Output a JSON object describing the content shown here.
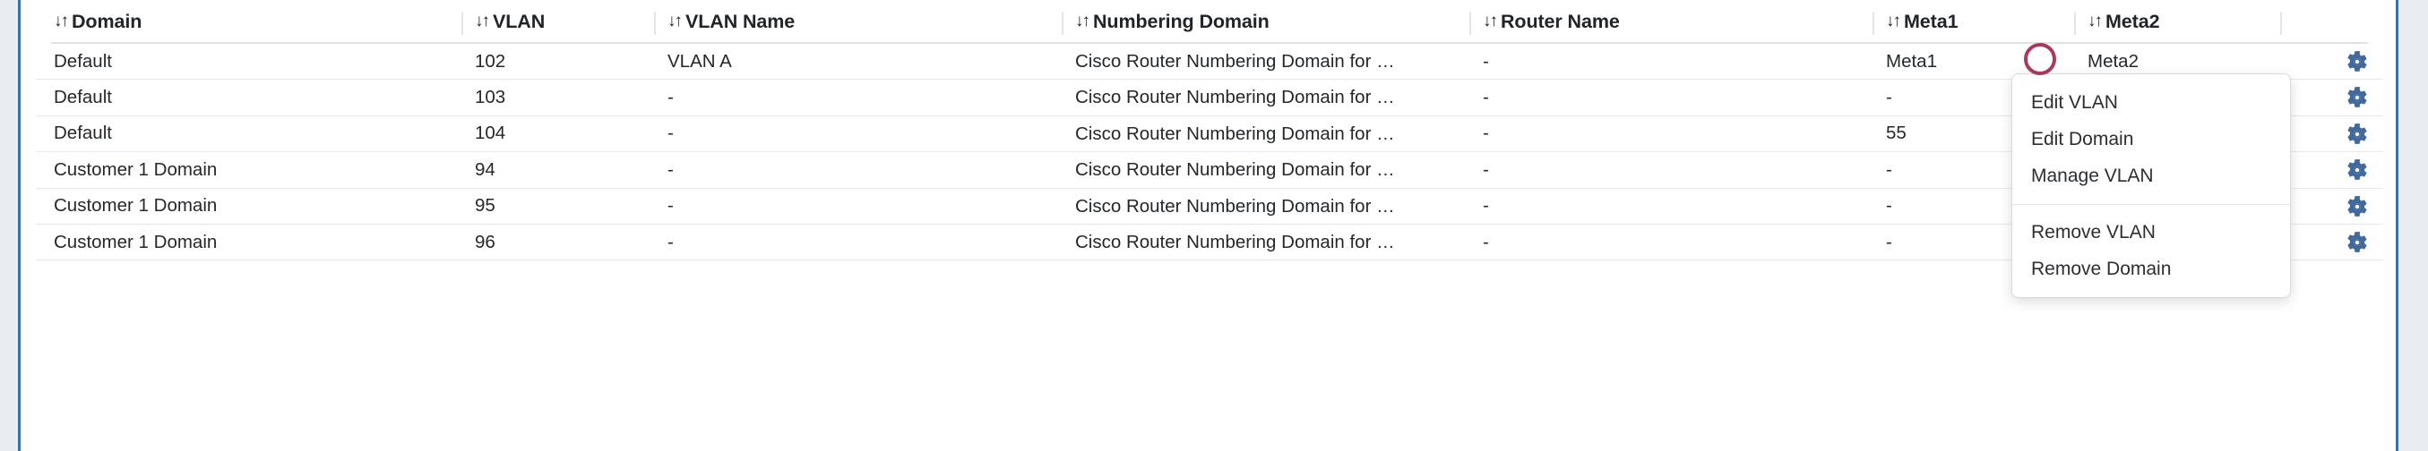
{
  "theme": {
    "page_background": "#e9edf1",
    "panel_border": "#3f6fab",
    "text": "#24282c",
    "header_text": "#212529",
    "gear_icon_color": "#41699e",
    "annotation_circle_color": "#a93a5f",
    "row_divider": "#e7e8ea"
  },
  "table": {
    "sort_icon": "↓↑",
    "columns": [
      {
        "key": "domain",
        "label": "Domain"
      },
      {
        "key": "vlan",
        "label": "VLAN"
      },
      {
        "key": "vlan_name",
        "label": "VLAN Name"
      },
      {
        "key": "numbering_domain",
        "label": "Numbering Domain"
      },
      {
        "key": "router_name",
        "label": "Router Name"
      },
      {
        "key": "meta1",
        "label": "Meta1"
      },
      {
        "key": "meta2",
        "label": "Meta2"
      }
    ],
    "rows": [
      {
        "domain": "Default",
        "vlan": "102",
        "vlan_name": "VLAN A",
        "numbering_domain": "Cisco Router Numbering Domain for …",
        "router_name": "-",
        "meta1": "Meta1",
        "meta2": "Meta2",
        "actions_icon": "gear-icon"
      },
      {
        "domain": "Default",
        "vlan": "103",
        "vlan_name": "-",
        "numbering_domain": "Cisco Router Numbering Domain for …",
        "router_name": "-",
        "meta1": "-",
        "meta2": "",
        "actions_icon": "gear-icon"
      },
      {
        "domain": "Default",
        "vlan": "104",
        "vlan_name": "-",
        "numbering_domain": "Cisco Router Numbering Domain for …",
        "router_name": "-",
        "meta1": "55",
        "meta2": "",
        "actions_icon": "gear-icon"
      },
      {
        "domain": "Customer 1 Domain",
        "vlan": "94",
        "vlan_name": "-",
        "numbering_domain": "Cisco Router Numbering Domain for …",
        "router_name": "-",
        "meta1": "-",
        "meta2": "",
        "actions_icon": "gear-icon"
      },
      {
        "domain": "Customer 1 Domain",
        "vlan": "95",
        "vlan_name": "-",
        "numbering_domain": "Cisco Router Numbering Domain for …",
        "router_name": "-",
        "meta1": "-",
        "meta2": "",
        "actions_icon": "gear-icon"
      },
      {
        "domain": "Customer 1 Domain",
        "vlan": "96",
        "vlan_name": "-",
        "numbering_domain": "Cisco Router Numbering Domain for …",
        "router_name": "-",
        "meta1": "-",
        "meta2": "",
        "actions_icon": "gear-icon"
      }
    ]
  },
  "context_menu": {
    "visible": true,
    "items": [
      {
        "label": "Edit VLAN",
        "divider_after": false
      },
      {
        "label": "Edit Domain",
        "divider_after": false
      },
      {
        "label": "Manage VLAN",
        "divider_after": true
      },
      {
        "label": "Remove VLAN",
        "divider_after": false
      },
      {
        "label": "Remove Domain",
        "divider_after": false
      }
    ]
  },
  "annotation": {
    "shape": "circle-highlight",
    "color": "#a93a5f"
  }
}
